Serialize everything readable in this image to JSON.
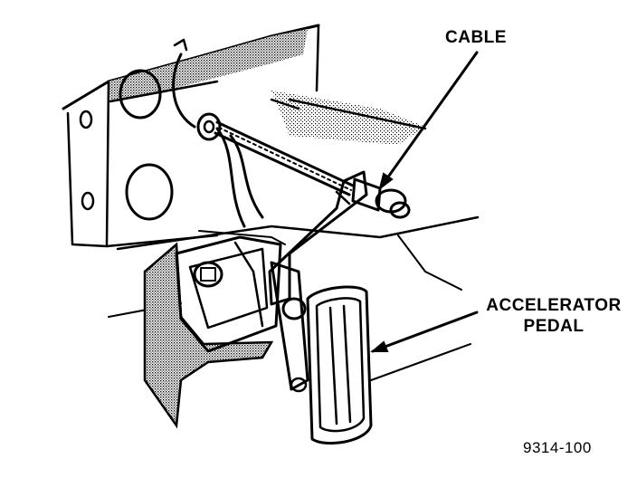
{
  "labels": {
    "cable": "CABLE",
    "accelerator_line1": "ACCELERATOR",
    "accelerator_line2": "PEDAL",
    "figure_number": "9314-100"
  },
  "colors": {
    "ink": "#000000",
    "background": "#ffffff",
    "shading": "#9a9a9a"
  }
}
